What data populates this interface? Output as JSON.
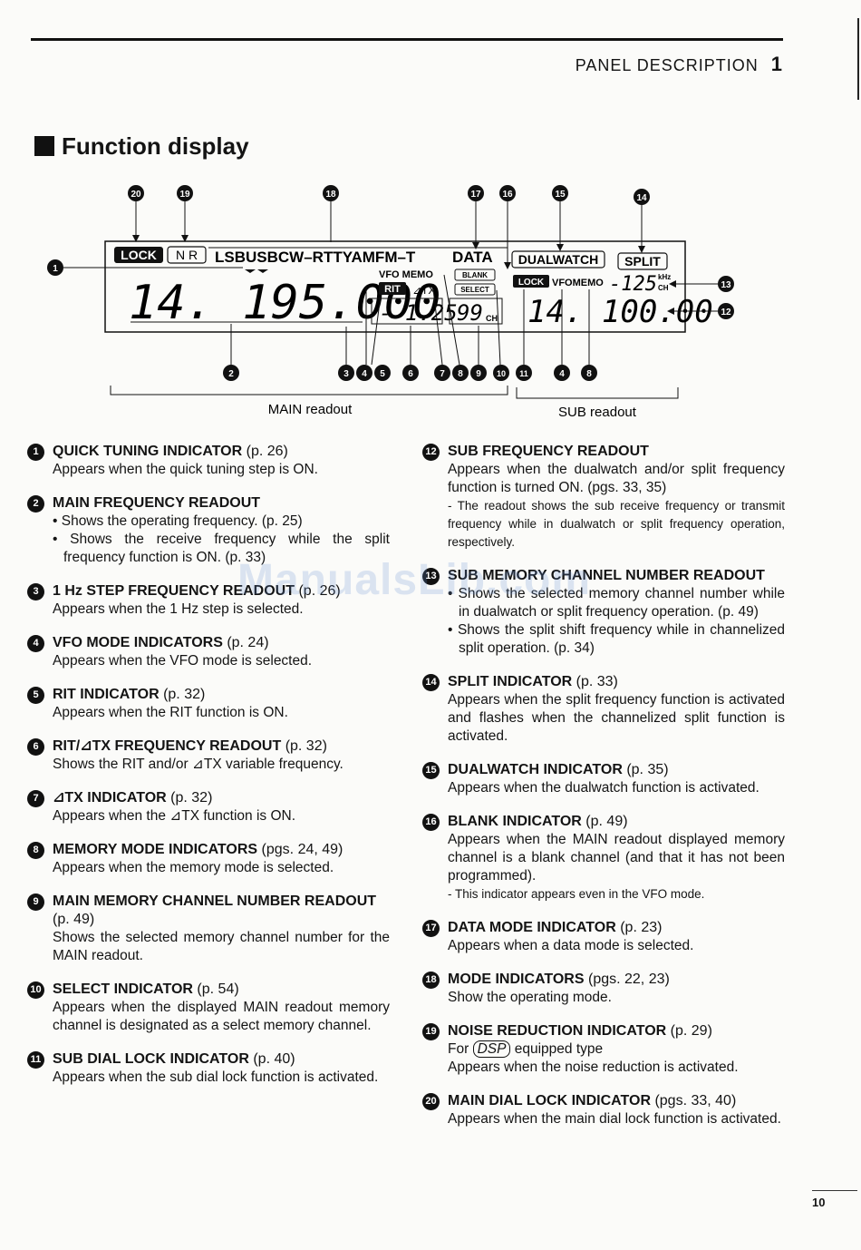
{
  "header": {
    "section": "PANEL DESCRIPTION",
    "chapter": "1"
  },
  "title": "Function display",
  "diagram": {
    "indicators": {
      "lock_main": "LOCK",
      "nr": "N R",
      "modes": "LSBUSBCW–RTTYAMFM–T",
      "data": "DATA",
      "dualwatch": "DUALWATCH",
      "split": "SPLIT",
      "vfo_memo": "VFO MEMO",
      "blank": "BLANK",
      "select": "SELECT",
      "rit": "RIT",
      "dtx": "⊿TX",
      "lock_sub": "LOCK",
      "vfo_memo_sub": "VFOMEMO",
      "khz": "kHz",
      "ch": "CH",
      "ch_main": "CH"
    },
    "readouts": {
      "main_freq": "14. 195.000",
      "rit_freq": "- 1.25",
      "main_ch": "99",
      "sub_freq": "14. 100.00",
      "sub_ch": "-125"
    },
    "labels": {
      "main": "MAIN readout",
      "sub": "SUB readout"
    },
    "callouts": {
      "top": [
        "20",
        "19",
        "18",
        "17",
        "16",
        "15",
        "14"
      ],
      "bottom": [
        "2",
        "3",
        "4",
        "5",
        "6",
        "7",
        "8",
        "9",
        "10",
        "11",
        "4",
        "8"
      ],
      "left": "1",
      "right_upper": "13",
      "right_lower": "12"
    }
  },
  "items_left": [
    {
      "num": "1",
      "title": "QUICK TUNING INDICATOR",
      "ref": "(p. 26)",
      "lines": [
        "Appears when the quick tuning step is ON."
      ],
      "bullets": [],
      "notes": []
    },
    {
      "num": "2",
      "title": "MAIN FREQUENCY READOUT",
      "ref": "",
      "lines": [],
      "bullets": [
        "• Shows the operating frequency. (p. 25)",
        "• Shows the receive frequency while the split frequency function is ON. (p. 33)"
      ],
      "notes": []
    },
    {
      "num": "3",
      "title": "1 Hz STEP FREQUENCY READOUT",
      "ref": "(p. 26)",
      "lines": [
        "Appears when the 1 Hz step is selected."
      ],
      "bullets": [],
      "notes": []
    },
    {
      "num": "4",
      "title": "VFO MODE INDICATORS",
      "ref": "(p. 24)",
      "lines": [
        "Appears when the VFO mode is selected."
      ],
      "bullets": [],
      "notes": []
    },
    {
      "num": "5",
      "title": "RIT INDICATOR",
      "ref": "(p. 32)",
      "lines": [
        "Appears when the RIT function is ON."
      ],
      "bullets": [],
      "notes": []
    },
    {
      "num": "6",
      "title": "RIT/⊿TX FREQUENCY READOUT",
      "ref": "(p. 32)",
      "lines": [
        "Shows the RIT and/or ⊿TX variable frequency."
      ],
      "bullets": [],
      "notes": []
    },
    {
      "num": "7",
      "title": "⊿TX INDICATOR",
      "ref": "(p. 32)",
      "lines": [
        "Appears when the ⊿TX function is ON."
      ],
      "bullets": [],
      "notes": []
    },
    {
      "num": "8",
      "title": "MEMORY MODE INDICATORS",
      "ref": "(pgs. 24, 49)",
      "lines": [
        "Appears when the memory mode is selected."
      ],
      "bullets": [],
      "notes": []
    },
    {
      "num": "9",
      "title": "MAIN MEMORY CHANNEL NUMBER READOUT",
      "ref": "(p. 49)",
      "lines": [
        "Shows the selected memory channel number for the MAIN readout."
      ],
      "bullets": [],
      "notes": []
    },
    {
      "num": "10",
      "title": "SELECT INDICATOR",
      "ref": "(p. 54)",
      "lines": [
        "Appears when the displayed MAIN readout memory channel is designated as a select memory channel."
      ],
      "bullets": [],
      "notes": []
    },
    {
      "num": "11",
      "title": "SUB DIAL LOCK INDICATOR",
      "ref": "(p. 40)",
      "lines": [
        "Appears when the sub dial lock function is activated."
      ],
      "bullets": [],
      "notes": []
    }
  ],
  "items_right": [
    {
      "num": "12",
      "title": "SUB FREQUENCY READOUT",
      "ref": "",
      "lines": [
        "Appears when the dualwatch and/or split frequency function is turned ON. (pgs. 33, 35)"
      ],
      "bullets": [],
      "notes": [
        "- The readout shows the sub receive frequency or transmit frequency while in dualwatch or split frequency operation, respectively."
      ]
    },
    {
      "num": "13",
      "title": "SUB MEMORY CHANNEL NUMBER READOUT",
      "ref": "",
      "lines": [],
      "bullets": [
        "• Shows the selected memory channel number while in dualwatch or split frequency operation. (p. 49)",
        "• Shows the split shift frequency while in channelized split operation. (p. 34)"
      ],
      "notes": []
    },
    {
      "num": "14",
      "title": "SPLIT INDICATOR",
      "ref": "(p. 33)",
      "lines": [
        "Appears when the split frequency function is activated and flashes when the channelized split function is activated."
      ],
      "bullets": [],
      "notes": []
    },
    {
      "num": "15",
      "title": "DUALWATCH INDICATOR",
      "ref": "(p. 35)",
      "lines": [
        "Appears when the dualwatch function is activated."
      ],
      "bullets": [],
      "notes": []
    },
    {
      "num": "16",
      "title": "BLANK INDICATOR",
      "ref": "(p. 49)",
      "lines": [
        "Appears when the MAIN readout displayed memory channel is a blank channel (and that it has not been programmed)."
      ],
      "bullets": [],
      "notes": [
        "- This indicator appears even in the VFO mode."
      ]
    },
    {
      "num": "17",
      "title": "DATA MODE INDICATOR",
      "ref": "(p. 23)",
      "lines": [
        "Appears when a data mode is selected."
      ],
      "bullets": [],
      "notes": []
    },
    {
      "num": "18",
      "title": "MODE INDICATORS",
      "ref": "(pgs. 22, 23)",
      "lines": [
        "Show the operating mode."
      ],
      "bullets": [],
      "notes": []
    },
    {
      "num": "19",
      "title": "NOISE REDUCTION INDICATOR",
      "ref": "(p. 29)",
      "lines": [
        "Appears when the noise reduction is activated."
      ],
      "bullets": [],
      "notes": [],
      "dsp_prefix": "For",
      "dsp": "DSP",
      "dsp_suffix": "equipped type"
    },
    {
      "num": "20",
      "title": "MAIN DIAL LOCK INDICATOR",
      "ref": "(pgs. 33, 40)",
      "lines": [
        "Appears when the main dial lock function is activated."
      ],
      "bullets": [],
      "notes": []
    }
  ],
  "watermark": "ManualsLib.com",
  "page_number": "10"
}
